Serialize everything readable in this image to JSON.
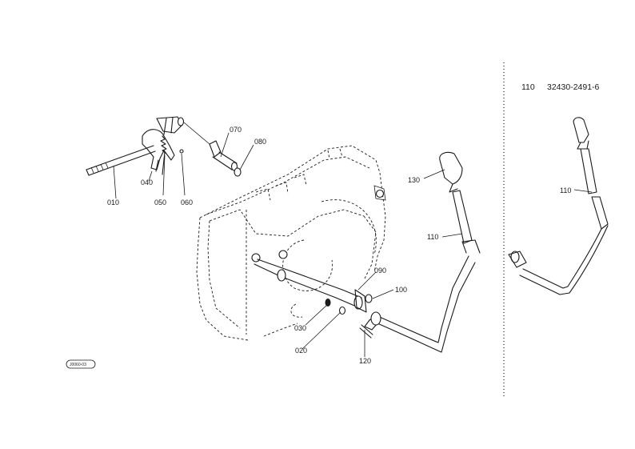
{
  "header": {
    "part_no": "110",
    "part_code": "32430-2491-6"
  },
  "callouts": {
    "c010": "010",
    "c020": "020",
    "c030": "030",
    "c040": "040",
    "c050": "050",
    "c060": "060",
    "c070": "070",
    "c080": "080",
    "c090": "090",
    "c100": "100",
    "c110_main": "110",
    "c110_alt": "110",
    "c120": "120",
    "c130": "130"
  },
  "stamp": {
    "text": "J0060-03"
  },
  "icons": {
    "housing": "transmission-housing-icon",
    "lever": "shift-lever-icon"
  }
}
